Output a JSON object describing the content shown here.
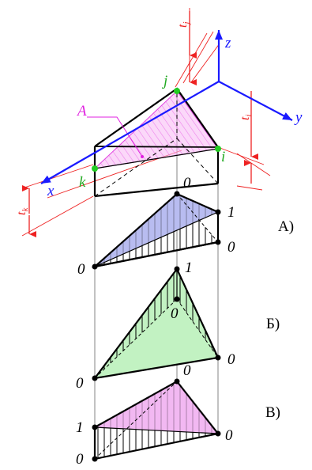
{
  "axes": {
    "x": "x",
    "y": "y",
    "z": "z"
  },
  "loads": {
    "tj": "t",
    "tj_sub": "j",
    "ti": "t",
    "ti_sub": "i",
    "tk": "t",
    "tk_sub": "k"
  },
  "nodes": {
    "j": "j",
    "i": "i",
    "k": "k"
  },
  "area_label": "A",
  "panel_a": {
    "caption": "А)",
    "top": "0",
    "right_upper": "1",
    "right_lower": "0",
    "left": "0"
  },
  "panel_b": {
    "caption": "Б)",
    "top": "1",
    "middle": "0",
    "right": "0",
    "left": "0"
  },
  "panel_c": {
    "caption": "В)",
    "top": "0",
    "right": "0",
    "left_upper": "1",
    "left_lower": "0"
  },
  "colors": {
    "axis": "#1a1aff",
    "load": "#ee2222",
    "node": "#22cc22",
    "area_label": "#e020e0",
    "panel_a_fill": "#b8bcf0",
    "panel_b_fill": "#c2f2c2",
    "panel_c_fill": "#f2b8f2",
    "top_hatch": "#e040e0"
  }
}
